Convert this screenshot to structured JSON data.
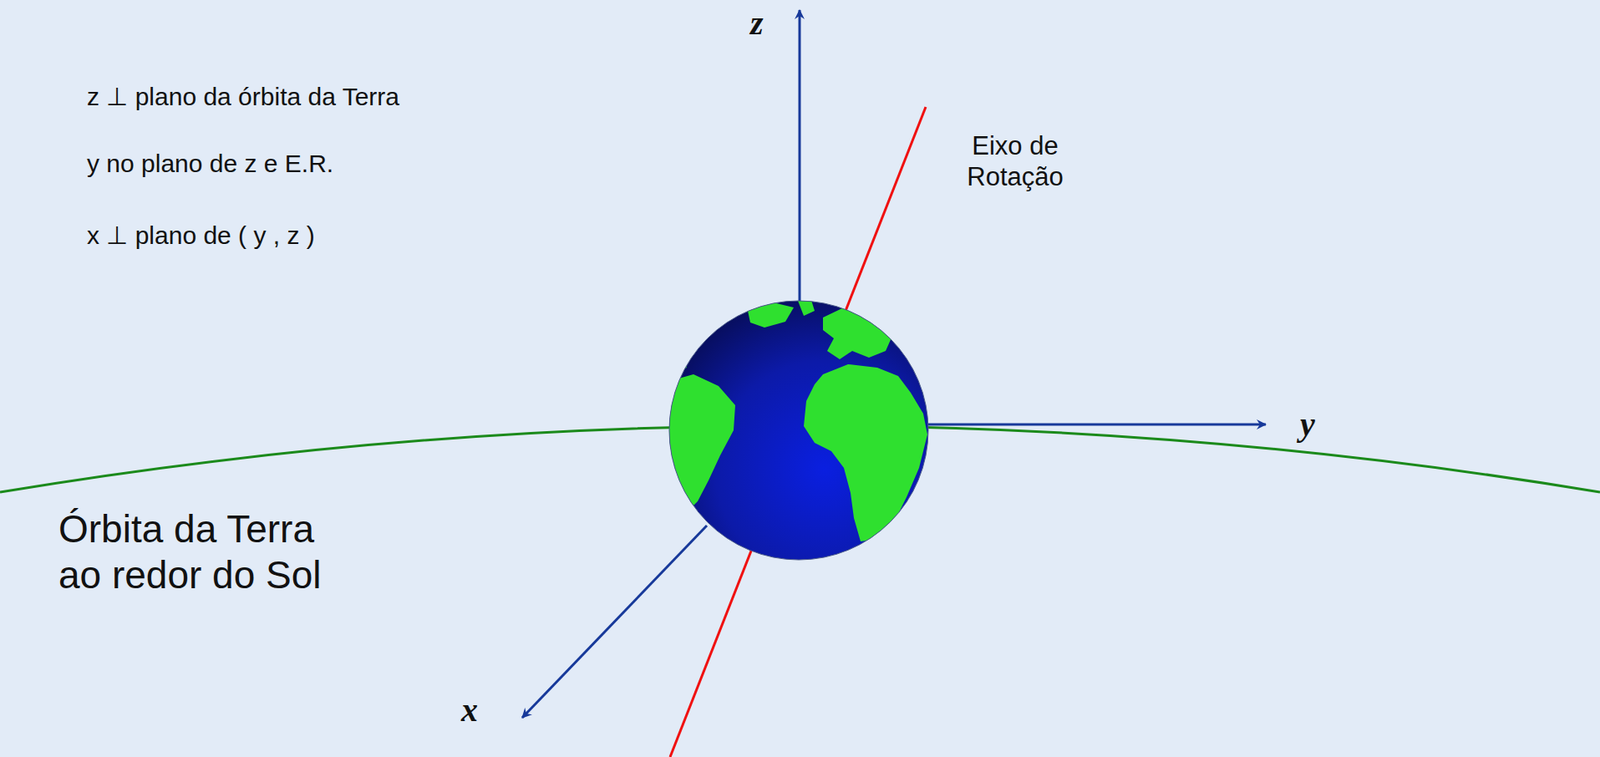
{
  "diagram": {
    "labels": [
      "z ⊥ plano da órbita da Terra",
      "y no plano de z e E.R.",
      "x ⊥ plano de ( y , z )",
      "z",
      "y",
      "x",
      "Eixo de Rotação",
      "Órbita da Terra ao redor do Sol"
    ]
  }
}
